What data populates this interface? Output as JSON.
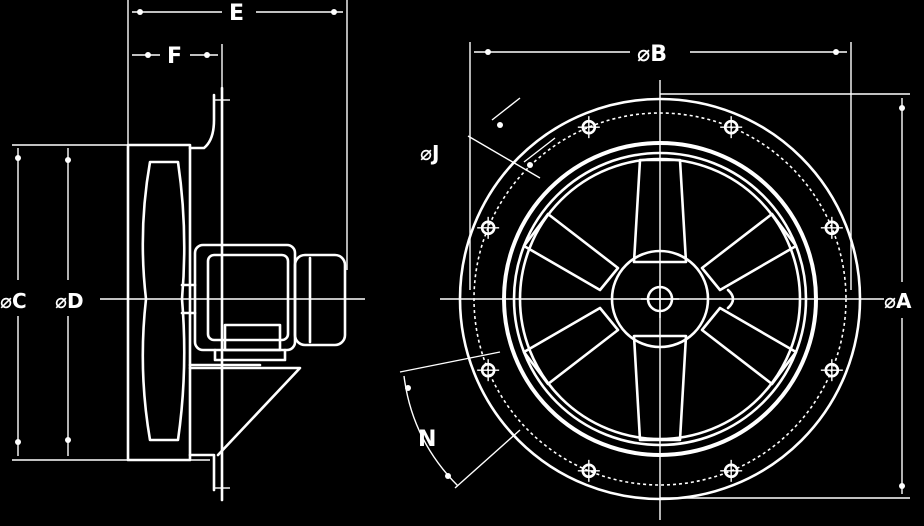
{
  "diagram": {
    "colors": {
      "background": "#000000",
      "line": "#ffffff"
    },
    "side_view": {
      "dimension_labels": {
        "E": "E",
        "F": "F",
        "C": "⌀C",
        "D": "⌀D"
      }
    },
    "front_view": {
      "dimension_labels": {
        "B": "⌀B",
        "A": "⌀A",
        "J": "⌀J",
        "N": "N"
      },
      "bolt_holes": 8,
      "impeller_blades": 6
    }
  }
}
